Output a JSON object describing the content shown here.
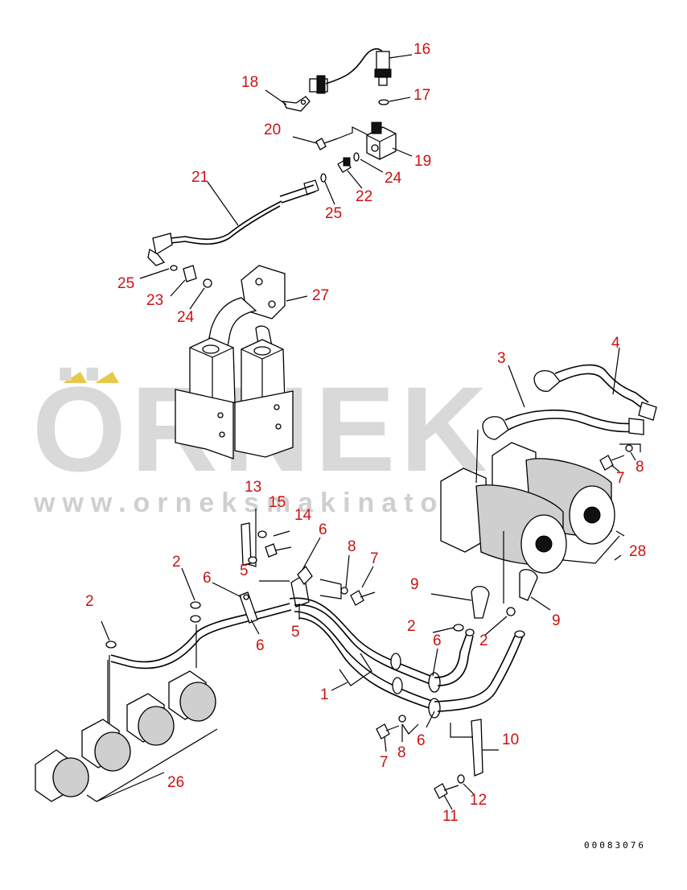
{
  "watermark": {
    "brand": "ÖRNEK",
    "url": "www.orneksmakinator.com.tr",
    "accent_color": "#e8c84a",
    "text_color": "#d9d9d9"
  },
  "callouts": {
    "c1": "1",
    "c2a": "2",
    "c2b": "2",
    "c2c": "2",
    "c2d": "2",
    "c3": "3",
    "c4": "4",
    "c5a": "5",
    "c5b": "5",
    "c6a": "6",
    "c6b": "6",
    "c6c": "6",
    "c6d": "6",
    "c6e": "6",
    "c7a": "7",
    "c7b": "7",
    "c7c": "7",
    "c8a": "8",
    "c8b": "8",
    "c8c": "8",
    "c9a": "9",
    "c9b": "9",
    "c10": "10",
    "c11": "11",
    "c12": "12",
    "c13": "13",
    "c14": "14",
    "c15": "15",
    "c16": "16",
    "c17": "17",
    "c18": "18",
    "c19": "19",
    "c20": "20",
    "c21": "21",
    "c22": "22",
    "c23": "23",
    "c24a": "24",
    "c24b": "24",
    "c25a": "25",
    "c25b": "25",
    "c26": "26",
    "c27": "27",
    "c28": "28"
  },
  "drawing_code": "00083076",
  "colors": {
    "callout": "#cc1111",
    "line": "#000000"
  }
}
